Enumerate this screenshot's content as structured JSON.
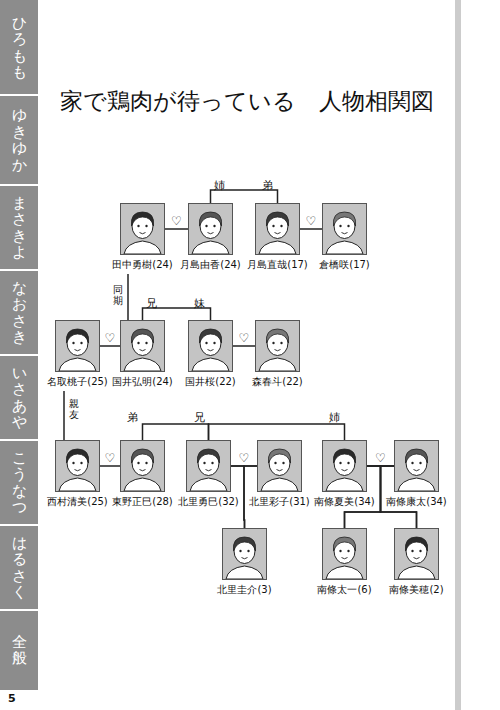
{
  "diagram": {
    "title": "家で鶏肉が待っている　人物相関図",
    "nodes": [
      {
        "text": [
          "田中勇樹(24)"
        ]
      },
      {
        "text": [
          "月島由香(24)"
        ]
      },
      {
        "text": [
          "月島直哉(17)"
        ]
      },
      {
        "text": [
          "倉橋咲(17)"
        ]
      },
      {
        "text": [
          "名取桃子(25)"
        ]
      },
      {
        "text": [
          "国井弘明(24)"
        ]
      },
      {
        "text": [
          "国井桜(22)"
        ]
      },
      {
        "text": [
          "森春斗(22)"
        ]
      },
      {
        "text": [
          "西村清美(25)"
        ]
      },
      {
        "text": [
          "東野正巳(28)"
        ]
      },
      {
        "text": [
          "北里勇巳(32)"
        ]
      },
      {
        "text": [
          "北里彩子(31)"
        ]
      },
      {
        "text": [
          "南條夏美(34)"
        ]
      },
      {
        "text": [
          "南條康太(34)"
        ]
      },
      {
        "text": [
          "北里圭介(3)"
        ]
      },
      {
        "text": [
          "南條太一(6)"
        ]
      },
      {
        "text": [
          "南條美穂(2)"
        ]
      }
    ],
    "edges": [
      {
        "from": 0,
        "to": 1,
        "arrow": "none",
        "label": "♡"
      },
      {
        "from": 1,
        "to": 2,
        "arrow": "none"
      },
      {
        "from": 2,
        "to": 3,
        "arrow": "none",
        "label": "♡"
      },
      {
        "from": 0,
        "to": 5,
        "arrow": "none",
        "label": "同期"
      },
      {
        "from": 4,
        "to": 5,
        "arrow": "none",
        "label": "♡"
      },
      {
        "from": 5,
        "to": 6,
        "arrow": "none"
      },
      {
        "from": 6,
        "to": 7,
        "arrow": "none",
        "label": "♡"
      },
      {
        "from": 4,
        "to": 8,
        "arrow": "none",
        "label": "親友"
      },
      {
        "from": 8,
        "to": 9,
        "arrow": "none",
        "label": "♡"
      },
      {
        "from": 9,
        "to": 10,
        "arrow": "none"
      },
      {
        "from": 10,
        "to": 12,
        "arrow": "none"
      },
      {
        "from": 10,
        "to": 11,
        "arrow": "none",
        "label": "♡"
      },
      {
        "from": 10,
        "to": 14,
        "arrow": "none"
      },
      {
        "from": 11,
        "to": 14,
        "arrow": "none"
      },
      {
        "from": 12,
        "to": 13,
        "arrow": "none",
        "label": "♡"
      },
      {
        "from": 12,
        "to": 15,
        "arrow": "none"
      },
      {
        "from": 12,
        "to": 16,
        "arrow": "none"
      },
      {
        "from": 13,
        "to": 15,
        "arrow": "none"
      },
      {
        "from": 13,
        "to": 16,
        "arrow": "none"
      }
    ],
    "labels": [
      "ひろもも",
      "ゆきゆか",
      "まさきよ",
      "なおさき",
      "いさあや",
      "こうなつ",
      "はるさく",
      "全般",
      "姉",
      "弟",
      "兄",
      "妹",
      "弟",
      "兄",
      "姉",
      "5"
    ]
  }
}
